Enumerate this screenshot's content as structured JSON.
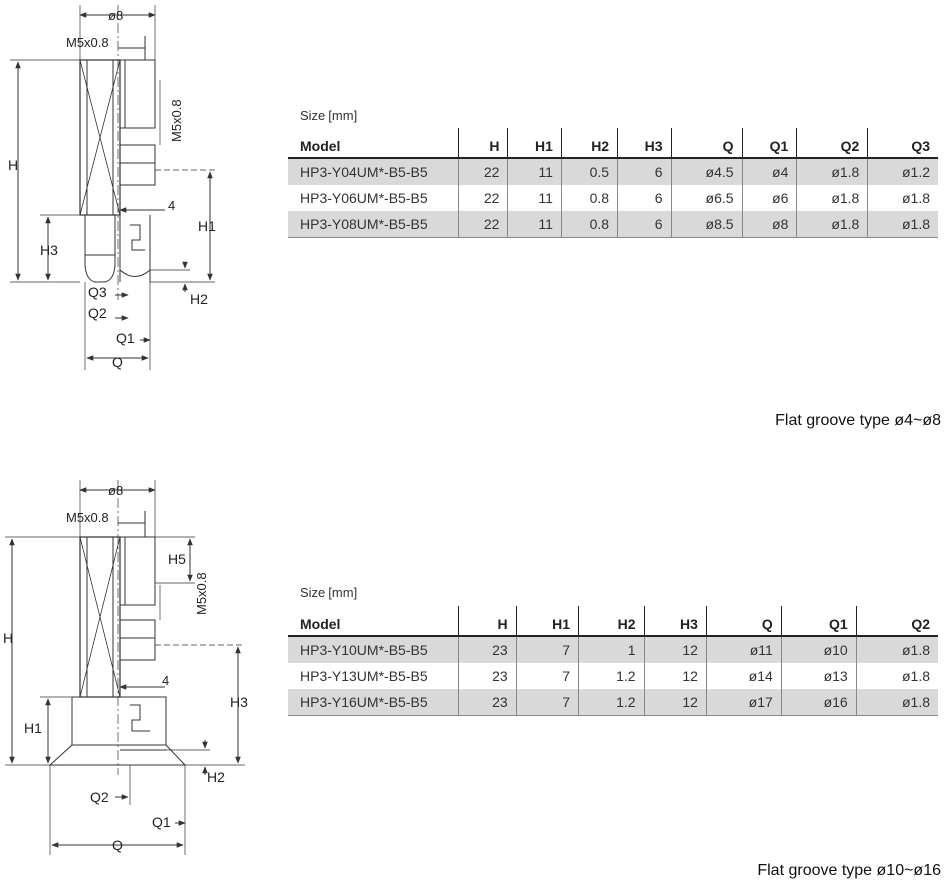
{
  "section1": {
    "size_label": "Size",
    "unit_label": "[mm]",
    "headers": [
      "Model",
      "H",
      "H1",
      "H2",
      "H3",
      "Q",
      "Q1",
      "Q2",
      "Q3"
    ],
    "rows": [
      [
        "HP3-Y04UM*-B5-B5",
        "22",
        "11",
        "0.5",
        "6",
        "ø4.5",
        "ø4",
        "ø1.8",
        "ø1.2"
      ],
      [
        "HP3-Y06UM*-B5-B5",
        "22",
        "11",
        "0.8",
        "6",
        "ø6.5",
        "ø6",
        "ø1.8",
        "ø1.8"
      ],
      [
        "HP3-Y08UM*-B5-B5",
        "22",
        "11",
        "0.8",
        "6",
        "ø8.5",
        "ø8",
        "ø1.8",
        "ø1.8"
      ]
    ],
    "caption": "Flat groove type ø4~ø8",
    "drawing": {
      "dia8": "ø8",
      "m5_top": "M5x0.8",
      "m5_side": "M5x0.8",
      "H": "H",
      "H1": "H1",
      "H2": "H2",
      "H3": "H3",
      "four": "4",
      "Q": "Q",
      "Q1": "Q1",
      "Q2": "Q2",
      "Q3": "Q3"
    }
  },
  "section2": {
    "size_label": "Size",
    "unit_label": "[mm]",
    "headers": [
      "Model",
      "H",
      "H1",
      "H2",
      "H3",
      "Q",
      "Q1",
      "Q2"
    ],
    "rows": [
      [
        "HP3-Y10UM*-B5-B5",
        "23",
        "7",
        "1",
        "12",
        "ø11",
        "ø10",
        "ø1.8"
      ],
      [
        "HP3-Y13UM*-B5-B5",
        "23",
        "7",
        "1.2",
        "12",
        "ø14",
        "ø13",
        "ø1.8"
      ],
      [
        "HP3-Y16UM*-B5-B5",
        "23",
        "7",
        "1.2",
        "12",
        "ø17",
        "ø16",
        "ø1.8"
      ]
    ],
    "caption": "Flat groove type ø10~ø16",
    "drawing": {
      "dia8": "ø8",
      "m5_top": "M5x0.8",
      "m5_side": "M5x0.8",
      "H": "H",
      "H1": "H1",
      "H2": "H2",
      "H3": "H3",
      "H5": "H5",
      "four": "4",
      "Q": "Q",
      "Q1": "Q1",
      "Q2": "Q2"
    }
  }
}
